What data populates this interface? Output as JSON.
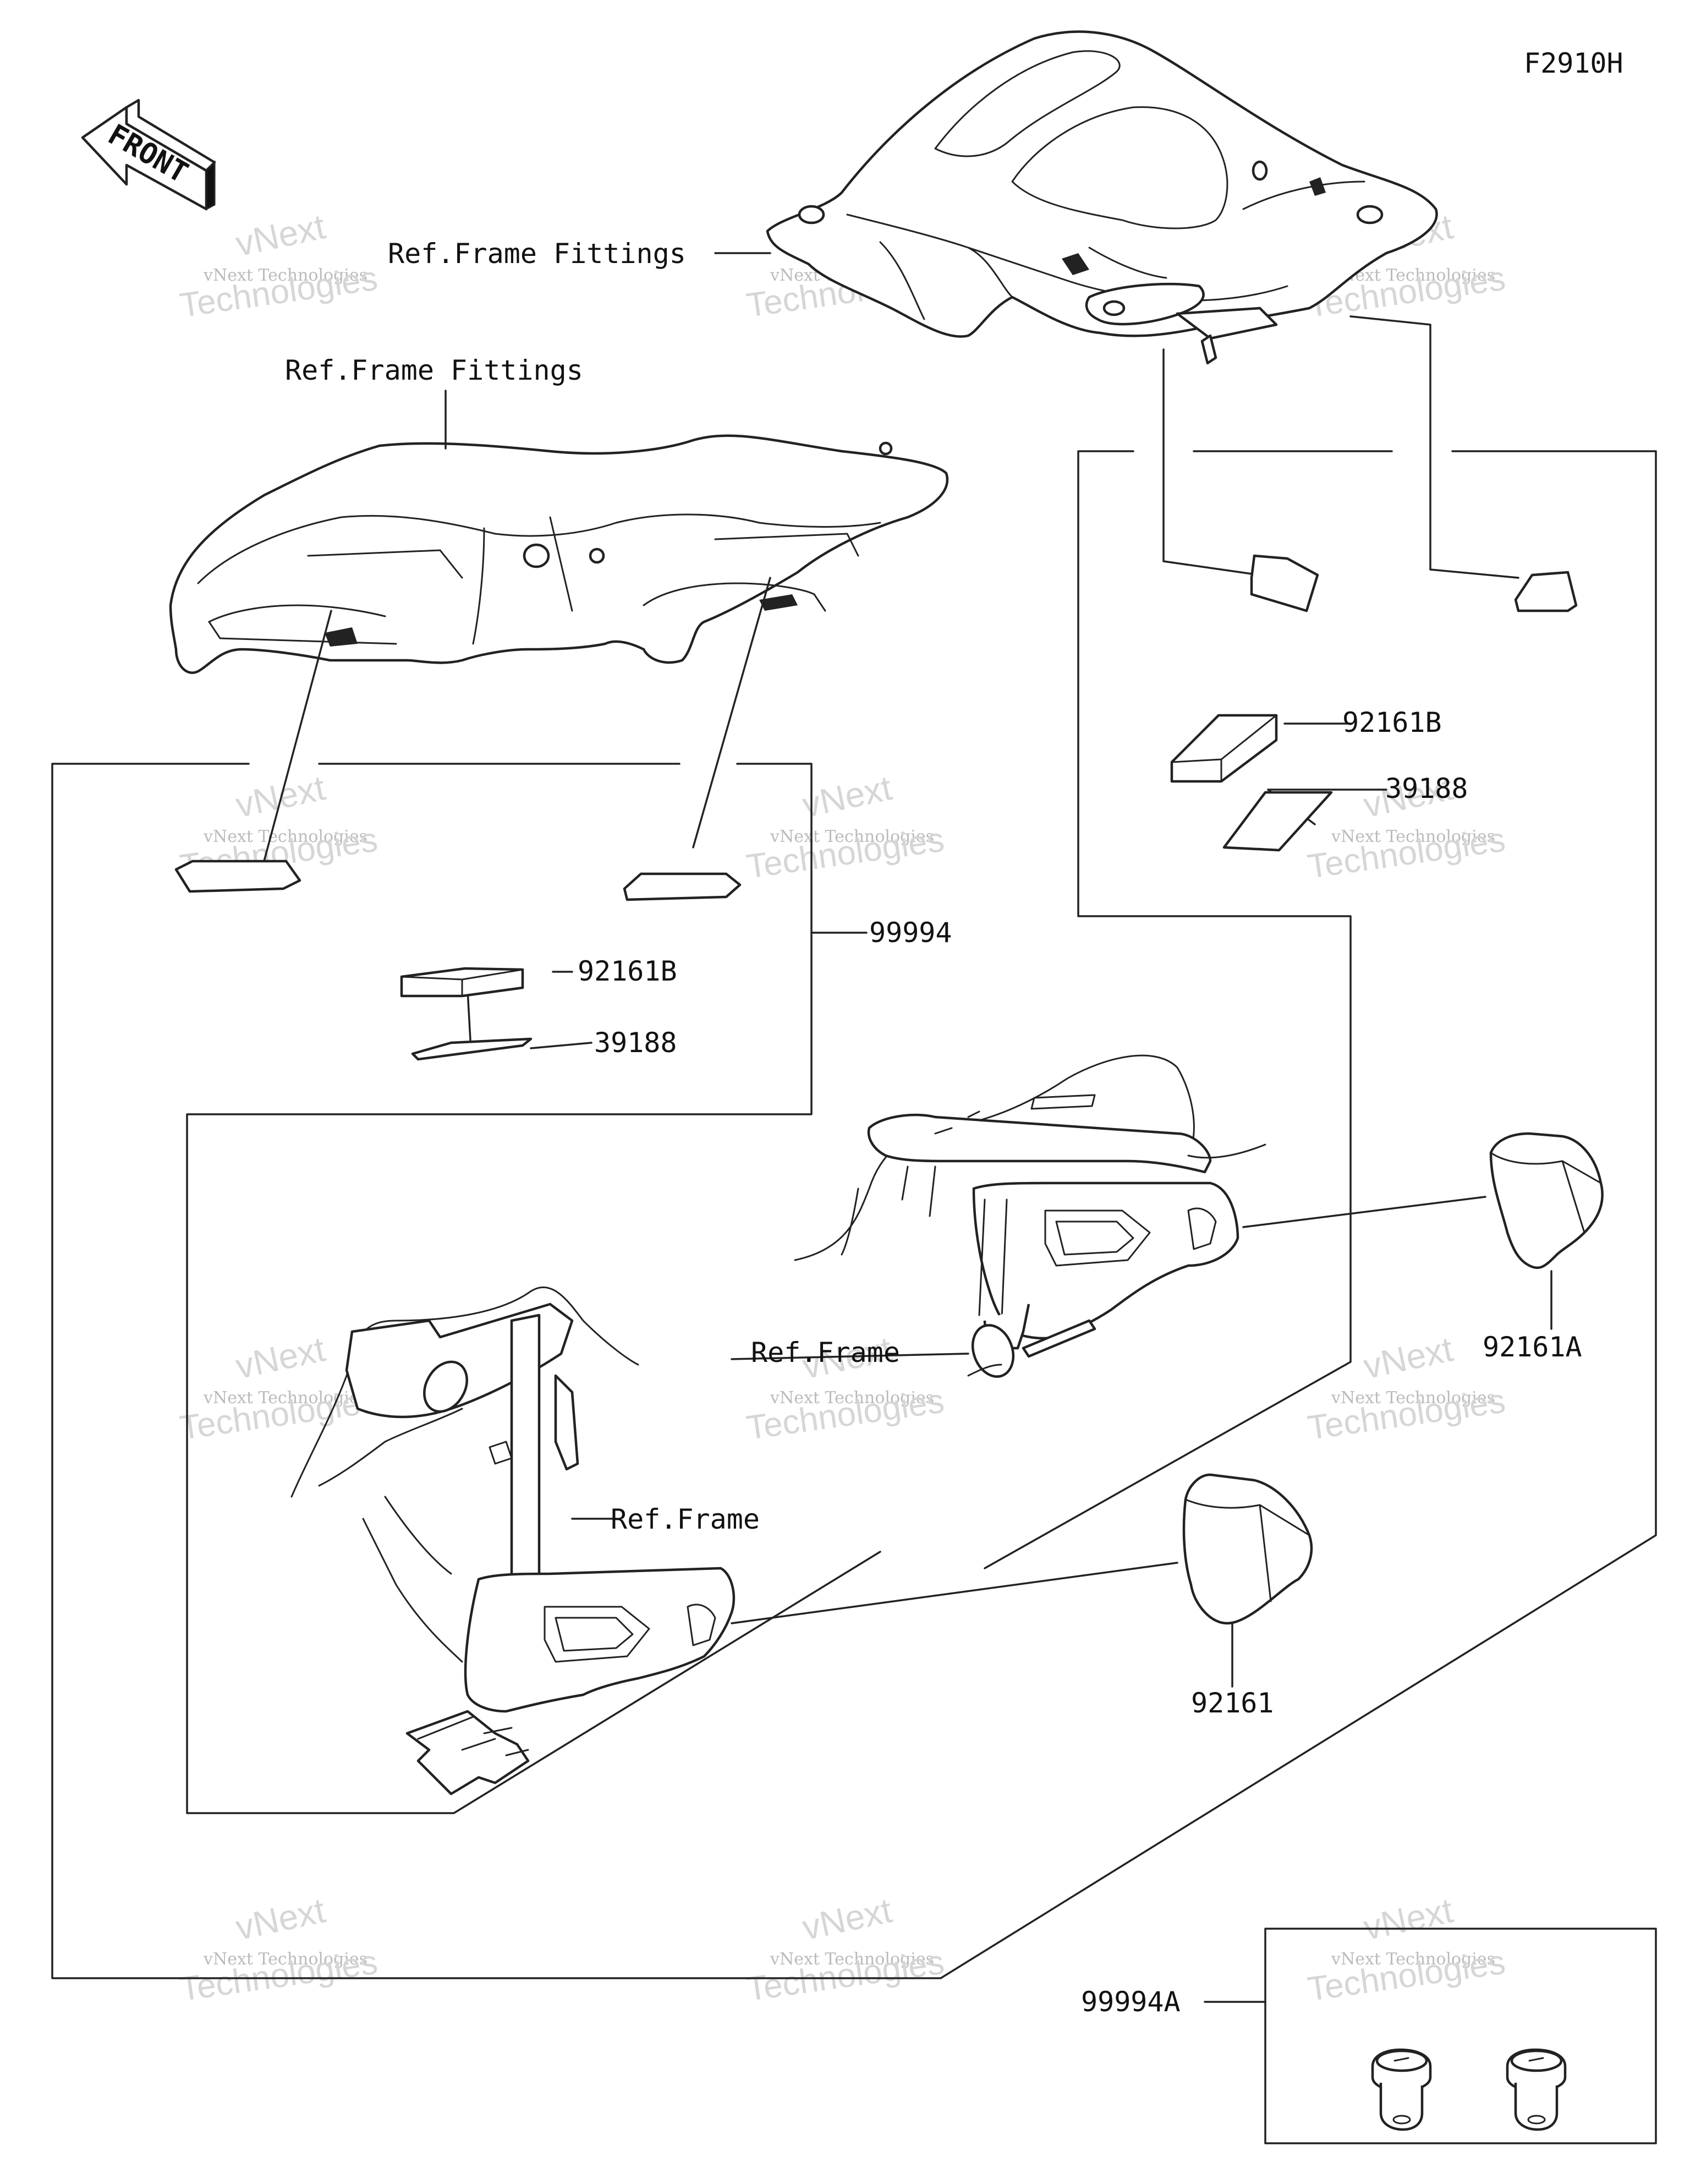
{
  "figure_code": "F2910H",
  "front_arrow": {
    "label": "FRONT"
  },
  "watermark": {
    "line1": "vNext",
    "line2": "vNext Technologies",
    "line3": "Technologies"
  },
  "labels": {
    "ref_frame_fittings_top": "Ref.Frame Fittings",
    "ref_frame_fittings_left": "Ref.Frame Fittings",
    "p92161B_right": "92161B",
    "p39188_right": "39188",
    "p99994": "99994",
    "p92161B_left": "92161B",
    "p39188_left": "39188",
    "p92161A": "92161A",
    "ref_frame_right": "Ref.Frame",
    "ref_frame_left": "Ref.Frame",
    "p92161": "92161",
    "p99994A": "99994A"
  }
}
